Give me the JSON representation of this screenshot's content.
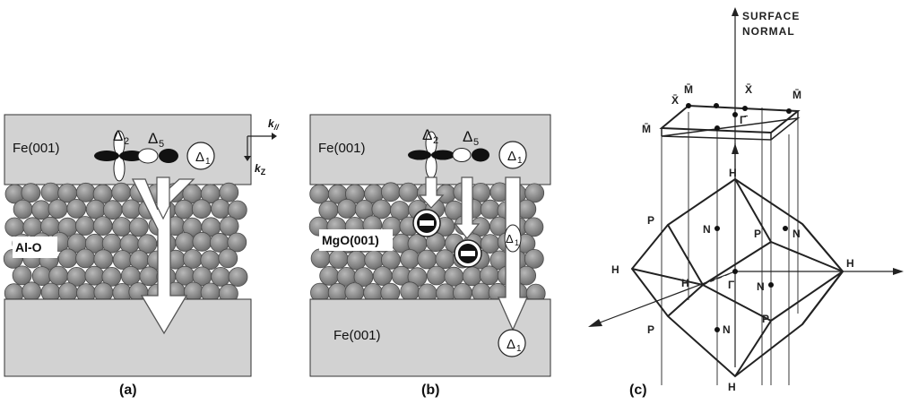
{
  "panel_a": {
    "caption": "(a)",
    "top_electrode": "Fe(001)",
    "barrier": "Al-O",
    "symmetry_labels": [
      "Δ2",
      "Δ5",
      "Δ1"
    ]
  },
  "panel_b": {
    "caption": "(b)",
    "top_electrode": "Fe(001)",
    "bottom_electrode": "Fe(001)",
    "barrier": "MgO(001)",
    "symmetry_labels": [
      "Δ2",
      "Δ5",
      "Δ1"
    ],
    "arrow_label": "Δ1",
    "bottom_label": "Δ1"
  },
  "axes_key": {
    "k_parallel": "k//",
    "k_z": "kZ"
  },
  "panel_c": {
    "caption": "(c)",
    "surface_normal_line1": "SURFACE",
    "surface_normal_line2": "NORMAL",
    "surface_points": [
      "X̄",
      "M̄",
      "X̄",
      "M̄",
      "M̄",
      "Γ̄"
    ],
    "bulk_points": [
      "H",
      "P",
      "N",
      "N",
      "P",
      "H",
      "H",
      "Γ",
      "N",
      "H",
      "P",
      "P",
      "N",
      "H"
    ]
  }
}
